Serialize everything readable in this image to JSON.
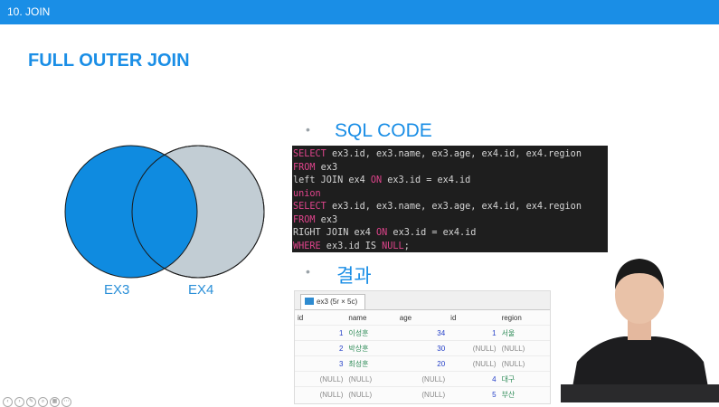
{
  "header": {
    "chapter": "10. JOIN"
  },
  "slide": {
    "title": "FULL OUTER JOIN",
    "venn": {
      "left_label": "EX3",
      "right_label": "EX4",
      "left_color": "#0f8be0",
      "right_color": "#c2cdd4"
    },
    "sql_heading": "SQL CODE",
    "result_heading": "결과",
    "bullet": "•"
  },
  "sql_lines": [
    [
      {
        "t": "SELECT",
        "k": true
      },
      {
        "t": " ex3.id, ex3.name, ex3.age, ex4.id, ex4.region",
        "k": false
      }
    ],
    [
      {
        "t": "FROM",
        "k": true
      },
      {
        "t": " ex3",
        "k": false
      }
    ],
    [
      {
        "t": "left JOIN ex4 ",
        "k": false
      },
      {
        "t": "ON",
        "k": true
      },
      {
        "t": " ex3.id = ex4.id",
        "k": false
      }
    ],
    [
      {
        "t": "union",
        "k": true
      }
    ],
    [
      {
        "t": "SELECT",
        "k": true
      },
      {
        "t": " ex3.id, ex3.name, ex3.age, ex4.id, ex4.region",
        "k": false
      }
    ],
    [
      {
        "t": "FROM",
        "k": true
      },
      {
        "t": " ex3",
        "k": false
      }
    ],
    [
      {
        "t": "RIGHT JOIN ex4 ",
        "k": false
      },
      {
        "t": "ON",
        "k": true
      },
      {
        "t": " ex3.id = ex4.id",
        "k": false
      }
    ],
    [
      {
        "t": "WHERE",
        "k": true
      },
      {
        "t": " ex3.id IS ",
        "k": false
      },
      {
        "t": "NULL",
        "k": true
      },
      {
        "t": ";",
        "k": false
      }
    ]
  ],
  "result": {
    "tab_label": "ex3 (5r × 5c)",
    "columns": [
      "id",
      "name",
      "age",
      "id",
      "region"
    ],
    "rows": [
      [
        "1",
        "이성훈",
        "34",
        "1",
        "서울"
      ],
      [
        "2",
        "박상훈",
        "30",
        "(NULL)",
        "(NULL)"
      ],
      [
        "3",
        "최성훈",
        "20",
        "(NULL)",
        "(NULL)"
      ],
      [
        "(NULL)",
        "(NULL)",
        "(NULL)",
        "4",
        "대구"
      ],
      [
        "(NULL)",
        "(NULL)",
        "(NULL)",
        "5",
        "부산"
      ]
    ]
  }
}
